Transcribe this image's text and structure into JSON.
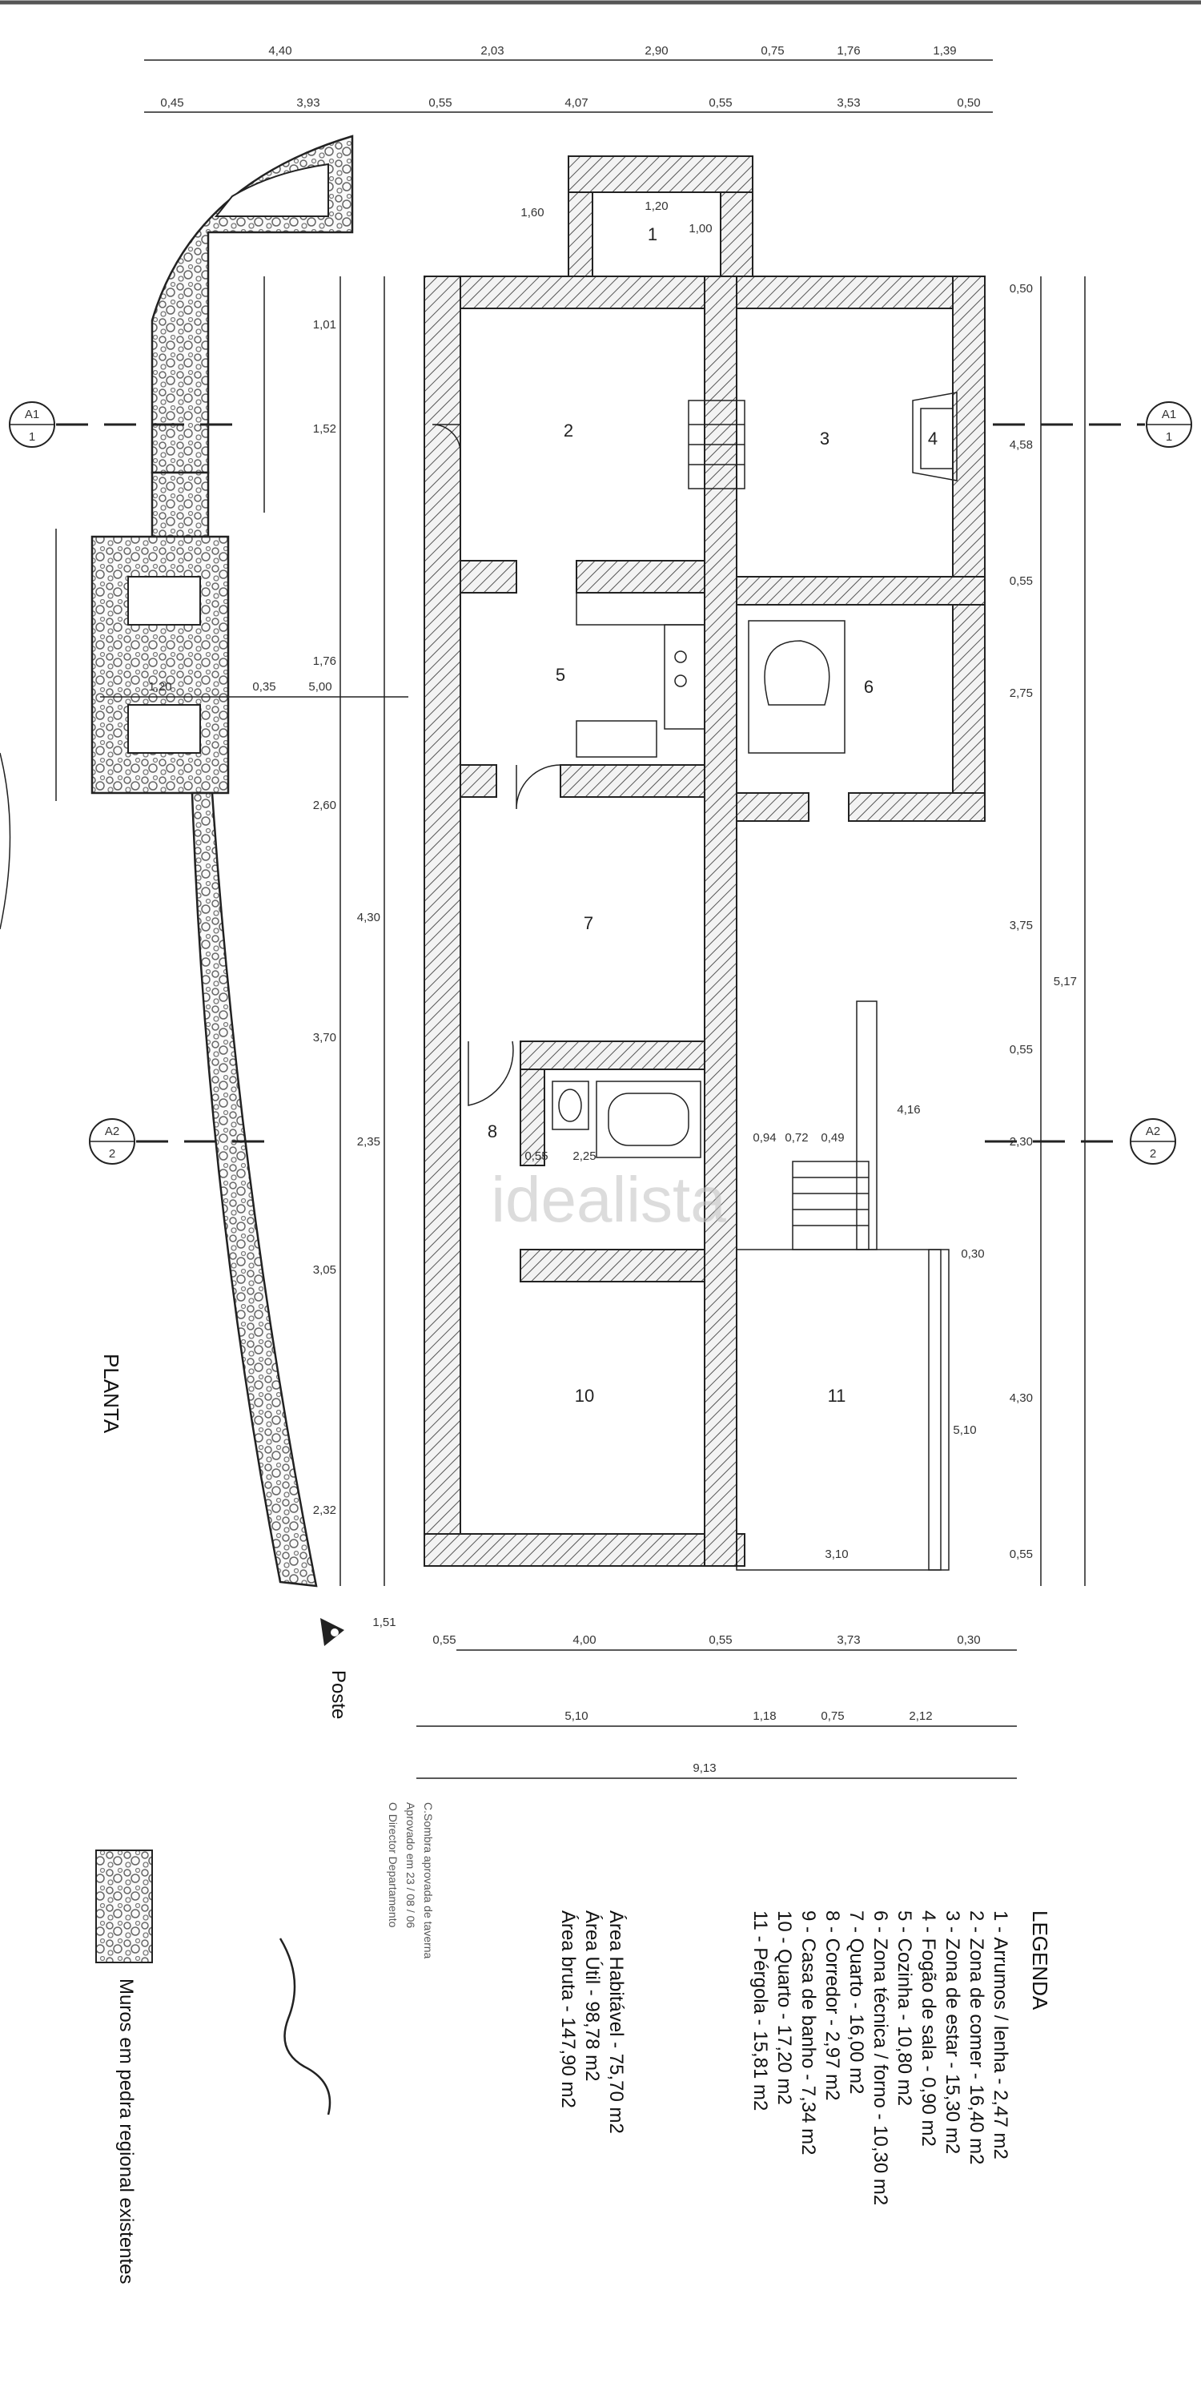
{
  "drawing_title": "PLANTA",
  "watermark": "idealista",
  "post_label": "Poste",
  "legend": {
    "title": "LEGENDA",
    "items": [
      "1 - Arrumos / lenha - 2,47 m2",
      "2 - Zona de comer - 16,40 m2",
      "3 - Zona de estar - 15,30 m2",
      "4 - Fogão de sala - 0,90 m2",
      "5 - Cozinha - 10,80 m2",
      "6 - Zona técnica / forno - 10,30 m2",
      "7 - Quarto - 16,00 m2",
      "8 - Corredor - 2,97 m2",
      "9 - Casa de banho - 7,34 m2",
      "10 - Quarto - 17,20 m2",
      "11 - Pérgola - 15,81 m2"
    ],
    "areas": [
      "Área Habitável - 75,70 m2",
      "Área Útil - 98,78 m2",
      "Área bruta - 147,90 m2"
    ],
    "material_note": "Muros em pedra regional existentes"
  },
  "rooms": [
    {
      "num": "1"
    },
    {
      "num": "2"
    },
    {
      "num": "3"
    },
    {
      "num": "4"
    },
    {
      "num": "5"
    },
    {
      "num": "6"
    },
    {
      "num": "7"
    },
    {
      "num": "8"
    },
    {
      "num": "10"
    },
    {
      "num": "11"
    }
  ],
  "section_markers": [
    {
      "label": "A1",
      "sub": "1"
    },
    {
      "label": "A2",
      "sub": "2"
    }
  ],
  "dimensions": {
    "top_row_1": [
      "4,40",
      "2,03",
      "2,90",
      "0,75",
      "1,76",
      "1,39"
    ],
    "top_row_2": [
      "0,45",
      "3,93",
      "0,55",
      "4,07",
      "0,55",
      "3,53",
      "0,50"
    ],
    "bottom_row_1": [
      "0,55",
      "4,00",
      "0,55",
      "3,73",
      "0,30"
    ],
    "bottom_row_2": [
      "5,10",
      "1,18",
      "0,75",
      "2,12"
    ],
    "bottom_total": "9,13",
    "right_col": [
      "0,50",
      "4,58",
      "0,55",
      "2,75",
      "3,75",
      "0,55",
      "2,30",
      "4,30",
      "0,55"
    ],
    "right_total": "5,17",
    "left_col": [
      "1,01",
      "1,52",
      "1,76",
      "2,60",
      "4,30",
      "3,70",
      "2,35",
      "3,05",
      "2,32"
    ],
    "interior": [
      "1,20",
      "1,00",
      "1,20",
      "0,35",
      "5,00",
      "1,60",
      "0,55",
      "2,25",
      "0,94",
      "0,72",
      "0,49",
      "4,16",
      "5,10",
      "3,10",
      "1,51",
      "0,30"
    ]
  }
}
